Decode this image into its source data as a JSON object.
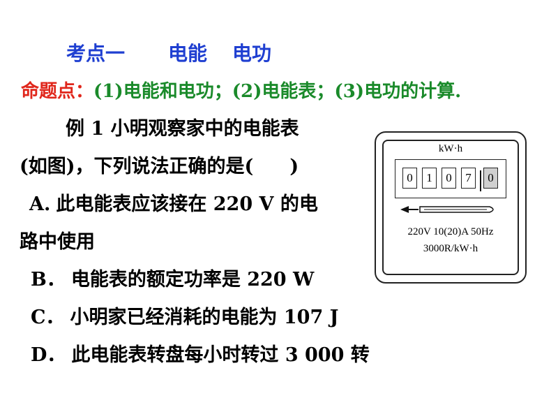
{
  "heading": {
    "title": "考点一",
    "sub1": "电能",
    "sub2": "电功"
  },
  "topic": {
    "label": "命题点：",
    "text": "(1)电能和电功；(2)电能表；(3)电功的计算."
  },
  "question": {
    "line1": "例  1 小明观察家中的电能表",
    "line2_start": "(如图)，下列说法正确的是(",
    "line2_end": ")"
  },
  "options": {
    "a_letter": "A.",
    "a_text_line1": "此电能表应该接在 220 V 的电",
    "a_text_line2": "路中使用",
    "b_letter": "B．",
    "b_text": "电能表的额定功率是 220 W",
    "c_letter": "C．",
    "c_text": "小明家已经消耗的电能为 107 J",
    "d_letter": "D．",
    "d_text": "此电能表转盘每小时转过 3 000 转"
  },
  "meter": {
    "unit": "kW·h",
    "digits": [
      "0",
      "1",
      "0",
      "7",
      "0"
    ],
    "rating": "220V 10(20)A 50Hz",
    "constant": "3000R/kW·h"
  }
}
